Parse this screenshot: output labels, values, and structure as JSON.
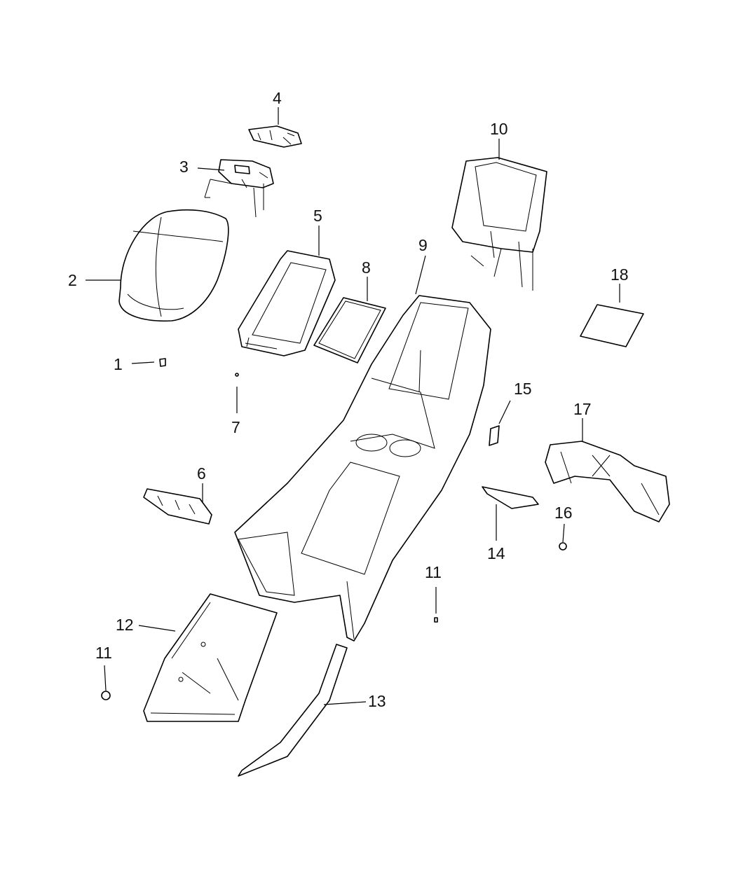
{
  "diagram": {
    "callouts": {
      "c1": "1",
      "c2": "2",
      "c3": "3",
      "c4": "4",
      "c5": "5",
      "c6": "6",
      "c7": "7",
      "c8": "8",
      "c9": "9",
      "c10": "10",
      "c11a": "11",
      "c11b": "11",
      "c12": "12",
      "c13": "13",
      "c14": "14",
      "c15": "15",
      "c16": "16",
      "c17": "17",
      "c18": "18"
    },
    "colors": {
      "line": "#000000",
      "background": "#ffffff"
    }
  }
}
